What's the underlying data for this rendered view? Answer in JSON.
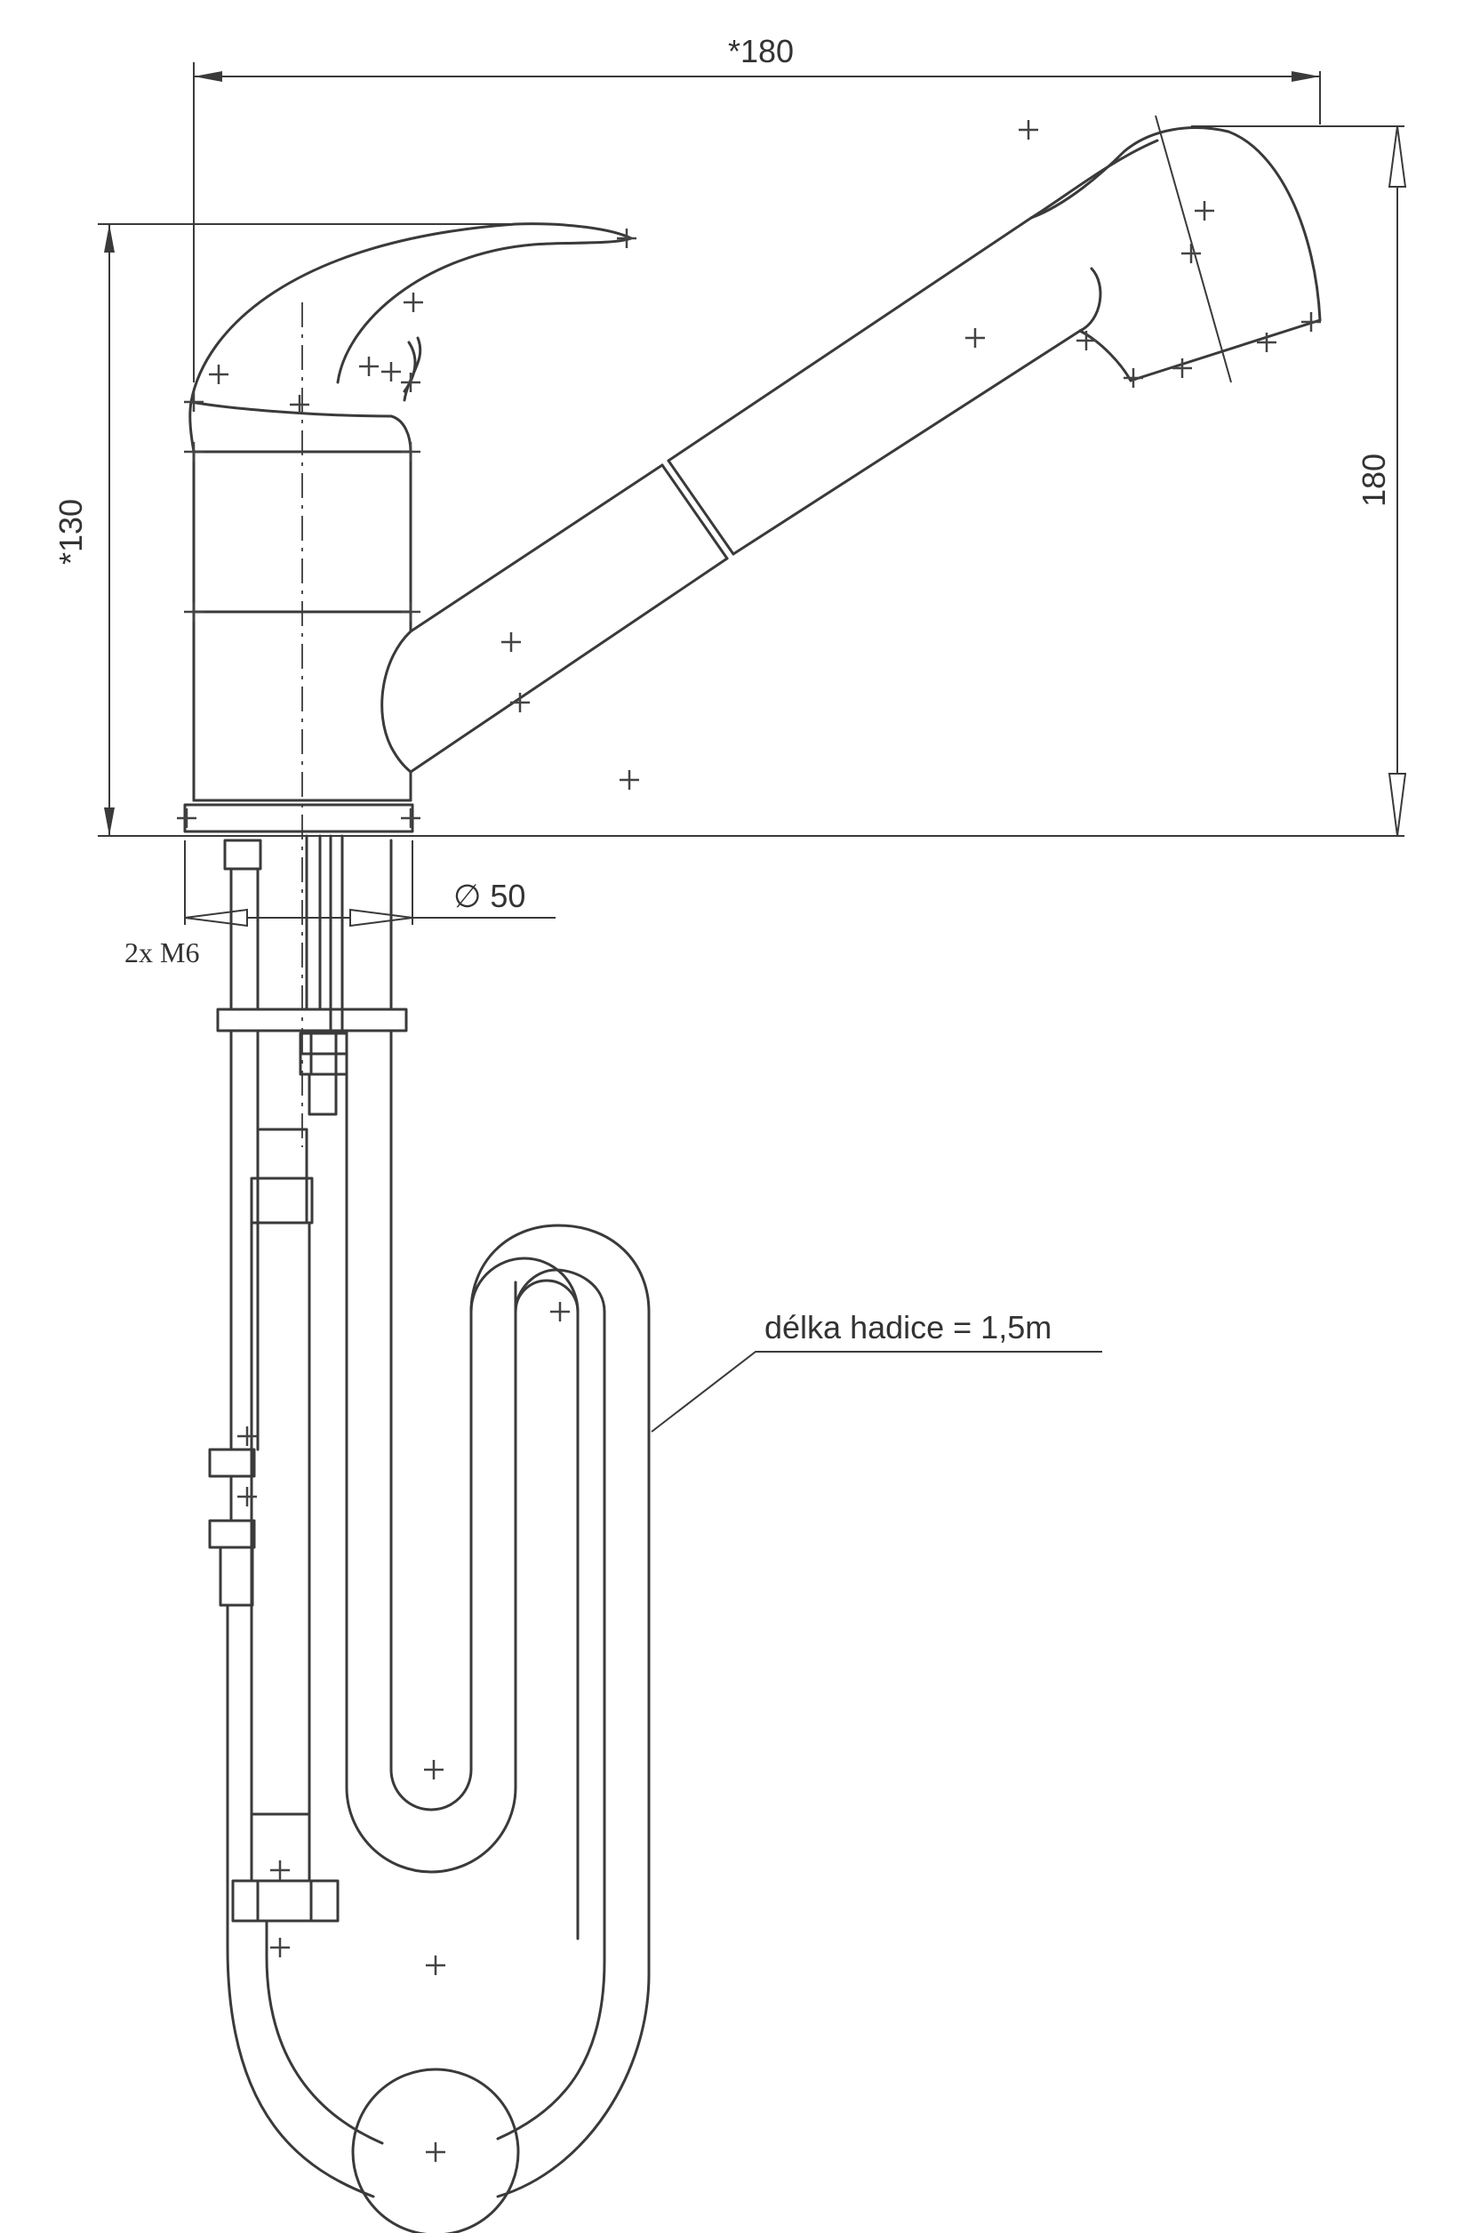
{
  "dimensions": {
    "top_width": "*180",
    "left_height": "*130",
    "right_height": "180",
    "diameter": "∅ 50",
    "thread": "2x M6"
  },
  "annotations": {
    "hose_length": "délka hadice = 1,5m"
  }
}
